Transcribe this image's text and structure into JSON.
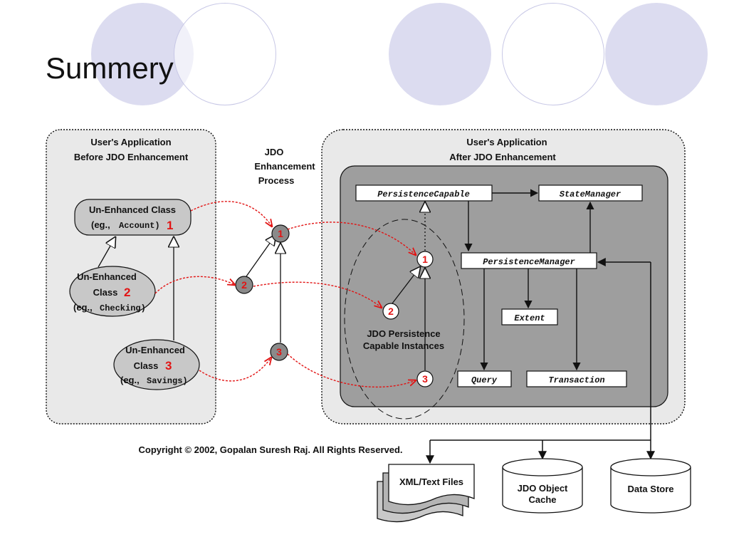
{
  "slide": {
    "title": "Summery"
  },
  "left_panel": {
    "title": "User's Application",
    "subtitle": "Before JDO Enhancement",
    "class1": {
      "label": "Un-Enhanced Class",
      "eg": "(eg.,",
      "code": "Account)",
      "num": "1"
    },
    "class2": {
      "label1": "Un-Enhanced",
      "label2": "Class",
      "eg": "(eg.,",
      "code": "Checking)",
      "num": "2"
    },
    "class3": {
      "label1": "Un-Enhanced",
      "label2": "Class",
      "eg": "(eg.,",
      "code": "Savings)",
      "num": "3"
    }
  },
  "middle": {
    "title1": "JDO",
    "title2": "Enhancement",
    "title3": "Process",
    "nodes": [
      "1",
      "2",
      "3"
    ]
  },
  "right_panel": {
    "title": "User's Application",
    "subtitle": "After JDO Enhancement",
    "persistence_capable": "PersistenceCapable",
    "state_manager": "StateManager",
    "persistence_manager": "PersistenceManager",
    "extent": "Extent",
    "query": "Query",
    "transaction": "Transaction",
    "instances_label1": "JDO Persistence",
    "instances_label2": "Capable Instances",
    "nodes": [
      "1",
      "2",
      "3"
    ]
  },
  "storage": {
    "xml_files": "XML/Text Files",
    "object_cache1": "JDO Object",
    "object_cache2": "Cache",
    "data_store": "Data Store"
  },
  "copyright": "Copyright © 2002, Gopalan Suresh Raj. All Rights Reserved."
}
